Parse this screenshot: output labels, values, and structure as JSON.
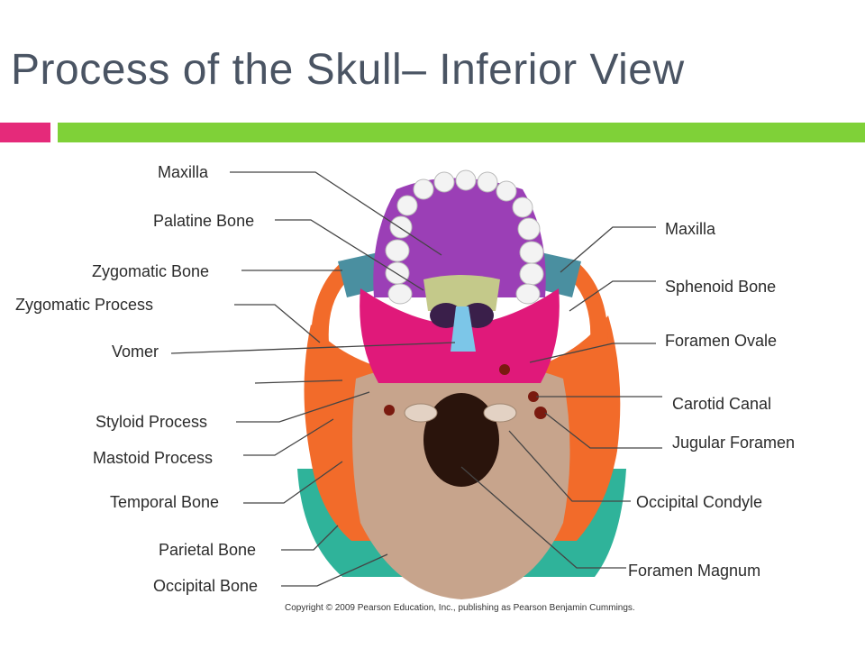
{
  "title": "Process of the Skull– Inferior View",
  "colors": {
    "accent_pink": "#e52a7a",
    "accent_green": "#7fd138",
    "title_text": "#4a5463",
    "maxilla": "#9b3fb6",
    "palatine": "#c4c98a",
    "zygomatic": "#4a8fa0",
    "sphenoid": "#e0197a",
    "vomer": "#7cc6e8",
    "temporal": "#f26b2a",
    "parietal": "#2fb39a",
    "occipital": "#c7a48c"
  },
  "labels_left": {
    "maxilla": "Maxilla",
    "palatine_bone": "Palatine Bone",
    "zygomatic_bone": "Zygomatic Bone",
    "zygomatic_process": "Zygomatic Process",
    "vomer": "Vomer",
    "styloid_process": "Styloid  Process",
    "mastoid_process": "Mastoid  Process",
    "temporal_bone": "Temporal Bone",
    "parietal_bone": "Parietal Bone",
    "occipital_bone": "Occipital Bone"
  },
  "labels_right": {
    "maxilla": "Maxilla",
    "sphenoid_bone": "Sphenoid Bone",
    "foramen_ovale": "Foramen Ovale",
    "carotid_canal": "Carotid Canal",
    "jugular_foramen": "Jugular Foramen",
    "occipital_condyle": "Occipital Condyle",
    "foramen_magnum": "Foramen Magnum"
  },
  "copyright": "Copyright © 2009 Pearson Education, Inc., publishing as Pearson Benjamin Cummings."
}
